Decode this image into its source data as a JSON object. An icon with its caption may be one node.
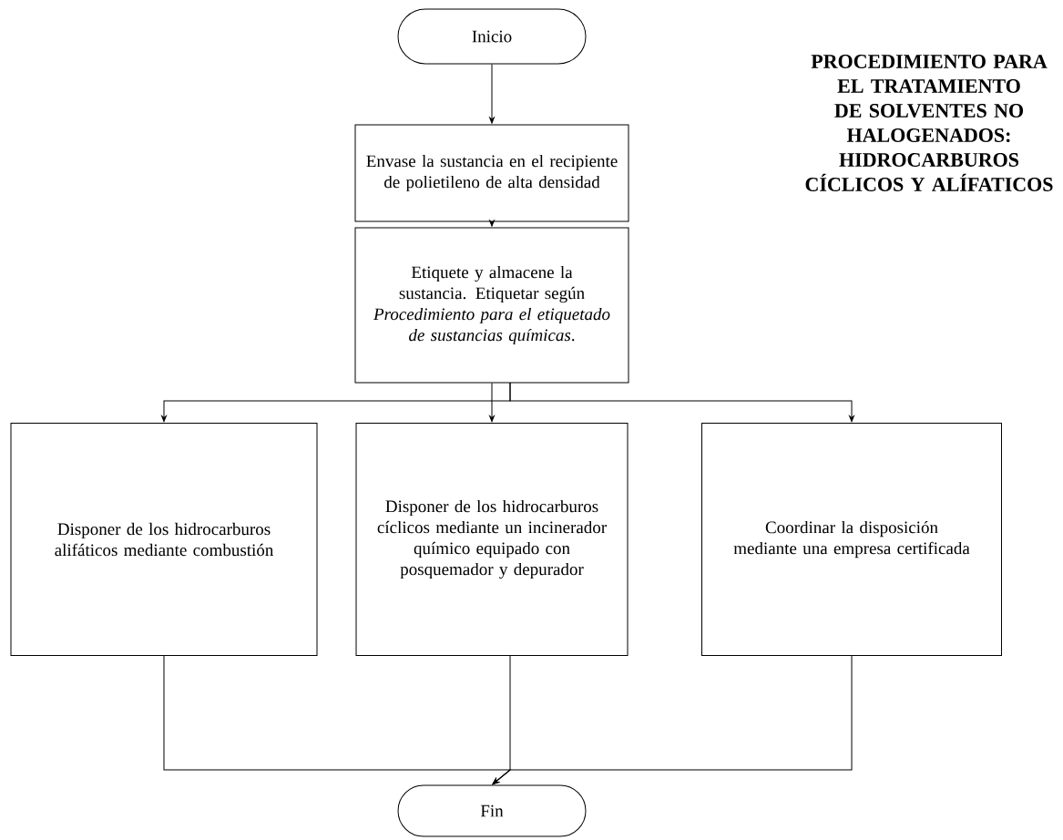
{
  "diagram": {
    "title": "PROCEDIMIENTO PARA EL TRATAMIENTO DE SOLVENTES NO HALOGENADOS: HIDROCARBUROS CÍCLICOS Y ALÍFATICOS",
    "nodes": [
      {
        "text": [
          "Inicio"
        ]
      },
      {
        "text": [
          "Envase la sustancia en el recipiente de polietileno de alta densidad"
        ]
      },
      {
        "text": [
          "Etiquete y almacene la sustancia. Etiquetar según *Procedimiento para el etiquetado de sustancias químicas*."
        ]
      },
      {
        "text": [
          "Disponer de los hidrocarburos alifáticos mediante combustión"
        ]
      },
      {
        "text": [
          "Disponer de los hidrocarburos cíclicos mediante un incinerador químico equipado con posquemador y depurador"
        ]
      },
      {
        "text": [
          "Coordinar la disposición mediante una empresa certificada"
        ]
      },
      {
        "text": [
          "Fin"
        ]
      }
    ],
    "edges": [
      {
        "from": 0,
        "to": 1,
        "arrow": "to"
      },
      {
        "from": 1,
        "to": 2,
        "arrow": "to"
      },
      {
        "from": 2,
        "to": 3,
        "arrow": "to"
      },
      {
        "from": 2,
        "to": 4,
        "arrow": "to"
      },
      {
        "from": 2,
        "to": 5,
        "arrow": "to"
      },
      {
        "from": 3,
        "to": 6,
        "arrow": "to"
      },
      {
        "from": 4,
        "to": 6,
        "arrow": "to"
      },
      {
        "from": 5,
        "to": 6,
        "arrow": "to"
      }
    ]
  }
}
